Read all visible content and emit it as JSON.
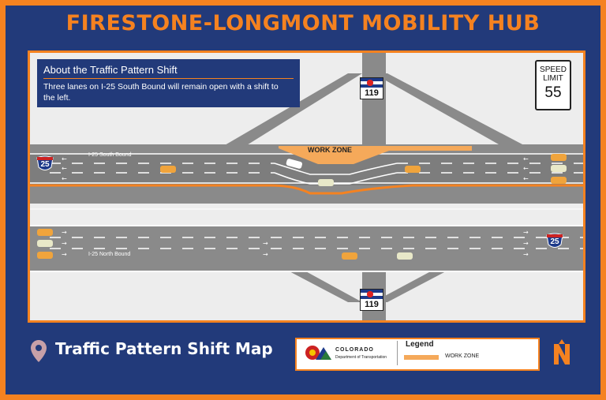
{
  "header": {
    "title": "FIRESTONE-LONGMONT MOBILITY HUB"
  },
  "about": {
    "heading": "About the Traffic Pattern Shift",
    "body": "Three lanes on I-25 South Bound will remain open with a shift to the left."
  },
  "speed_sign": {
    "line1": "SPEED",
    "line2": "LIMIT",
    "value": "55"
  },
  "map": {
    "highway_south_label": "I-25 South Bound",
    "highway_north_label": "I-25 North Bound",
    "work_zone_label": "WORK ZONE",
    "route_shield_number": "119",
    "interstate_number": "25"
  },
  "footer": {
    "title": "Traffic Pattern Shift  Map"
  },
  "cdot": {
    "name": "COLORADO",
    "dept": "Department of Transportation"
  },
  "legend": {
    "title": "Legend",
    "items": [
      {
        "label": "WORK ZONE",
        "color": "#f5a95a"
      }
    ]
  },
  "colors": {
    "frame": "#f58220",
    "navy": "#223a7a",
    "road": "#8a8a8a",
    "work_zone": "#f5a95a"
  }
}
